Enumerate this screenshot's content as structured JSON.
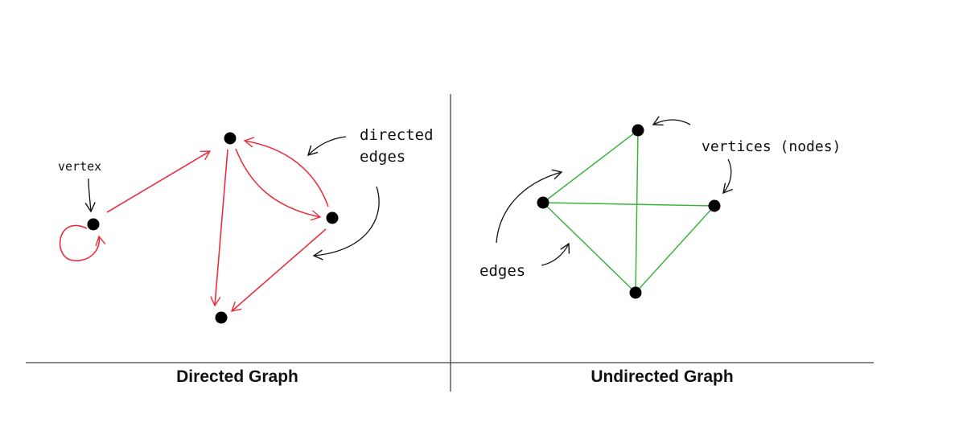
{
  "directed": {
    "caption": "Directed Graph",
    "annotations": {
      "vertex": "vertex",
      "directed_line1": "directed",
      "directed_line2": "edges"
    },
    "edge_color": "#e8303f"
  },
  "undirected": {
    "caption": "Undirected Graph",
    "annotations": {
      "vertices": "vertices (nodes)",
      "edges": "edges"
    },
    "edge_color": "#3cb43c"
  },
  "colors": {
    "node": "#000000",
    "rule": "#444444",
    "annotation_arrow": "#111111"
  }
}
